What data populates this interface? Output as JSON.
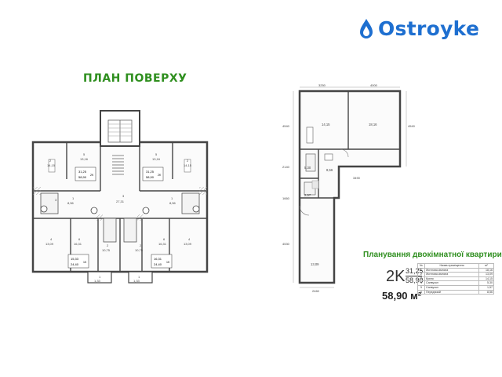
{
  "brand": {
    "name": "Ostroyke",
    "color": "#1e6fd0",
    "icon": "drop-logo-icon"
  },
  "colors": {
    "accent_green": "#2f8f1f",
    "wall": "#444444",
    "room_fill": "#fbfbfb",
    "hatch": "#9a9a9a"
  },
  "floor_plan": {
    "title": "ПЛАН ПОВЕРХУ",
    "apartment_labels": [
      {
        "top": "31,25",
        "bottom": "58,90",
        "type": "2K"
      },
      {
        "top": "31,25",
        "bottom": "58,90",
        "type": "2K"
      },
      {
        "top": "15,33",
        "bottom": "24,40",
        "type": "1K"
      },
      {
        "top": "16,31",
        "bottom": "24,40",
        "type": "1K"
      }
    ],
    "room_numbers": [
      "2",
      "5",
      "5",
      "2",
      "3",
      "1",
      "3",
      "1",
      "4",
      "6",
      "2",
      "2",
      "6",
      "4",
      "1",
      "1"
    ],
    "room_areas": [
      "14,15",
      "13,16",
      "13,16",
      "14,15",
      "27,31",
      "8,56",
      "8,56",
      "13,09",
      "16,31",
      "10,75",
      "10,75",
      "16,31",
      "13,09",
      "1,33",
      "1,33"
    ]
  },
  "apartment_plan": {
    "dimensions": [
      "3250",
      "4000",
      "4540",
      "4540",
      "2140",
      "3490",
      "1660",
      "4530",
      "2460"
    ],
    "areas": [
      "14,15",
      "18,16",
      "5,30",
      "8,56",
      "2,57",
      "13,09"
    ]
  },
  "apartment_info": {
    "title": "Планування двокімнатної квартири",
    "code": "2K",
    "living_area": "31,25",
    "total_area_frac": "58,90",
    "total_area": "58,90 м²"
  },
  "room_table": {
    "headers": [
      "№",
      "Назва приміщення",
      "м²"
    ],
    "rows": [
      [
        "1",
        "Житлова кімната",
        "18,16"
      ],
      [
        "2",
        "Житлова кімната",
        "13,09"
      ],
      [
        "3",
        "Кухня",
        "14,15"
      ],
      [
        "4",
        "Санвузол",
        "5,30"
      ],
      [
        "5",
        "Санвузол",
        "1,57"
      ],
      [
        "6",
        "Передпокій",
        "8,56"
      ]
    ]
  }
}
